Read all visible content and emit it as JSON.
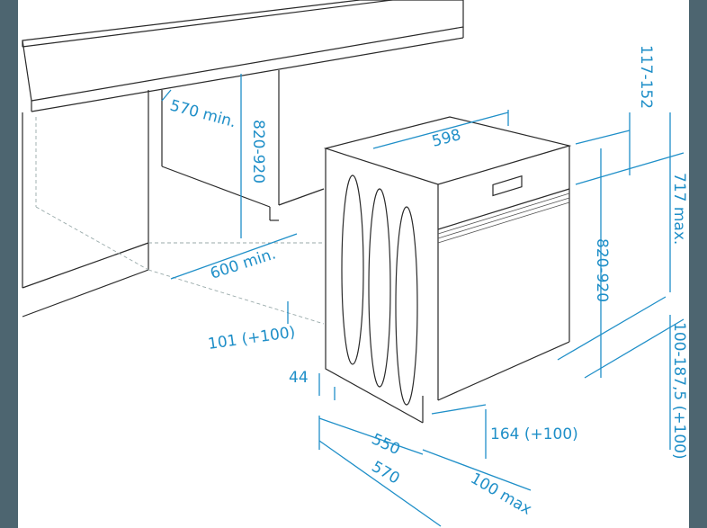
{
  "diagram": {
    "colors": {
      "background": "#4d6570",
      "paper": "#ffffff",
      "dimension": "#1f8fc8",
      "line": "#2a2a2a"
    },
    "labels": {
      "niche_depth": "570 min.",
      "niche_height": "820-920",
      "niche_width": "600 min.",
      "width": "598",
      "height_range": "820-920",
      "top_range": "117-152",
      "max_height": "717 max.",
      "door_range": "100-187,5 (+100)",
      "plinth_depth": "101 (+100)",
      "foot_offset": "44",
      "plinth_height": "164 (+100)",
      "depth_550": "550",
      "depth_570": "570",
      "door_clearance": "100 max"
    }
  }
}
